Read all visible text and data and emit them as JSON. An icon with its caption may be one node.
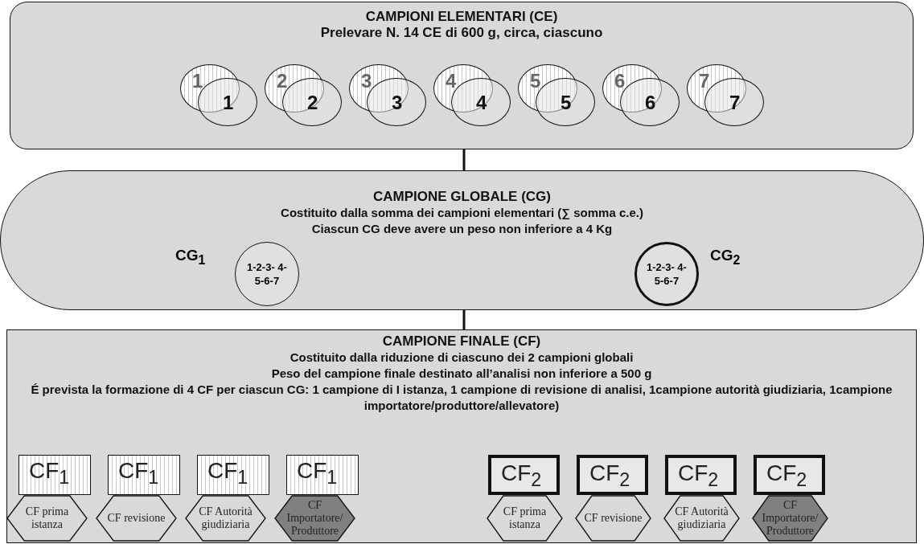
{
  "diagram": {
    "nodes": [
      {
        "text": [
          "CAMPIONI ELEMENTARI (CE)",
          "Prelevare N. 14 CE di 600 g, circa, ciascuno"
        ]
      },
      {
        "text": [
          "1"
        ],
        "in": 0
      },
      {
        "text": [
          "1"
        ],
        "in": 0
      },
      {
        "text": [
          "2"
        ],
        "in": 0
      },
      {
        "text": [
          "2"
        ],
        "in": 0
      },
      {
        "text": [
          "3"
        ],
        "in": 0
      },
      {
        "text": [
          "3"
        ],
        "in": 0
      },
      {
        "text": [
          "4"
        ],
        "in": 0
      },
      {
        "text": [
          "4"
        ],
        "in": 0
      },
      {
        "text": [
          "5"
        ],
        "in": 0
      },
      {
        "text": [
          "5"
        ],
        "in": 0
      },
      {
        "text": [
          "6"
        ],
        "in": 0
      },
      {
        "text": [
          "6"
        ],
        "in": 0
      },
      {
        "text": [
          "7"
        ],
        "in": 0
      },
      {
        "text": [
          "7"
        ],
        "in": 0
      },
      {
        "text": [
          "CAMPIONE GLOBALE (CG)",
          "Costituito dalla somma dei campioni elementari (∑ somma c.e.)",
          "Ciascun CG deve avere un peso non inferiore a 4 Kg"
        ]
      },
      {
        "text": [
          "CG$_{1}$",
          "1-2-3- 4-5-6-7"
        ],
        "in": 15
      },
      {
        "text": [
          "CG$_{2}$",
          "1-2-3- 4-5-6-7"
        ],
        "in": 15
      },
      {
        "text": [
          "CAMPIONE FINALE (CF)",
          "Costituito dalla riduzione di ciascuno dei 2 campioni globali",
          "Peso del campione finale destinato all’analisi non inferiore a 500 g",
          "É prevista la formazione di 4 CF per ciascun CG: 1 campione di I istanza, 1 campione di revisione di analisi, 1campione autorità giudiziaria, 1campione importatore/produttore/allevatore)"
        ]
      },
      {
        "text": [
          "CF$_{1}$"
        ],
        "in": 18
      },
      {
        "text": [
          "CF$_{1}$"
        ],
        "in": 18
      },
      {
        "text": [
          "CF$_{1}$"
        ],
        "in": 18
      },
      {
        "text": [
          "CF$_{1}$"
        ],
        "in": 18
      },
      {
        "text": [
          "CF$_{2}$"
        ],
        "in": 18
      },
      {
        "text": [
          "CF$_{2}$"
        ],
        "in": 18
      },
      {
        "text": [
          "CF$_{2}$"
        ],
        "in": 18
      },
      {
        "text": [
          "CF$_{2}$"
        ],
        "in": 18
      },
      {
        "text": [
          "CF prima istanza"
        ],
        "in": 18
      },
      {
        "text": [
          "CF revisione"
        ],
        "in": 18
      },
      {
        "text": [
          "CF Autorità giudiziaria"
        ],
        "in": 18
      },
      {
        "text": [
          "CF Importatore/ Produttore"
        ],
        "in": 18
      },
      {
        "text": [
          "CF prima istanza"
        ],
        "in": 18
      },
      {
        "text": [
          "CF revisione"
        ],
        "in": 18
      },
      {
        "text": [
          "CF Autorità giudiziaria"
        ],
        "in": 18
      },
      {
        "text": [
          "CF Importatore/ Produttore"
        ],
        "in": 18
      }
    ],
    "edges": [
      {
        "from": 0,
        "to": 15,
        "arrow": "none"
      },
      {
        "from": 15,
        "to": 18,
        "arrow": "none"
      }
    ]
  }
}
